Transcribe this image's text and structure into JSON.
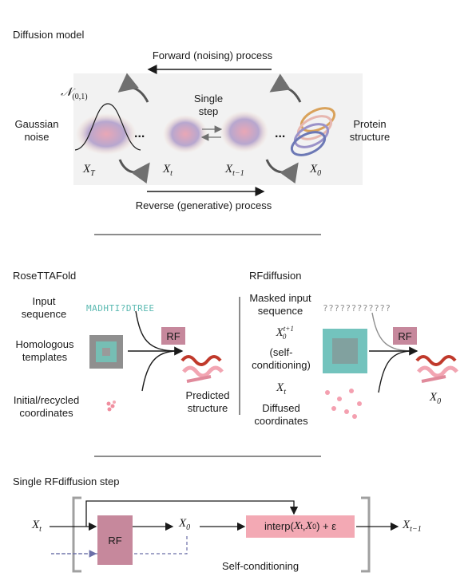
{
  "diffusion": {
    "section_title": "Diffusion model",
    "forward_label": "Forward (noising) process",
    "reverse_label": "Reverse (generative) process",
    "gaussian_label_1": "Gaussian",
    "gaussian_label_2": "noise",
    "normal_symbol": "𝒩",
    "normal_sub": "(0,1)",
    "single_step_1": "Single",
    "single_step_2": "step",
    "protein_label_1": "Protein",
    "protein_label_2": "structure",
    "ellipsis": "...",
    "x_T": "X",
    "x_T_sub": "T",
    "x_t": "X",
    "x_t_sub": "t",
    "x_tm1": "X",
    "x_tm1_sub": "t−1",
    "x_0": "X",
    "x_0_sub": "0"
  },
  "rosettafold": {
    "section_title": "RoseTTAFold",
    "input_seq_1": "Input",
    "input_seq_2": "sequence",
    "sequence": "MADHTI?DTREE",
    "homologous_1": "Homologous",
    "homologous_2": "templates",
    "initial_1": "Initial/recycled",
    "initial_2": "coordinates",
    "rf_label": "RF",
    "predicted_1": "Predicted",
    "predicted_2": "structure"
  },
  "rfdiffusion": {
    "section_title": "RFdiffusion",
    "masked_1": "Masked input",
    "masked_2": "sequence",
    "masked_sequence": "????????????",
    "x0_sup": "t+1",
    "x0_sub": "0",
    "self_cond_1": "(self-",
    "self_cond_2": "conditioning)",
    "xt_sub": "t",
    "diffused_1": "Diffused",
    "diffused_2": "coordinates",
    "rf_label": "RF",
    "out_sub": "0"
  },
  "step": {
    "section_title": "Single RFdiffusion step",
    "rf_label": "RF",
    "interp_prefix": "interp(",
    "interp_x": "X",
    "interp_xsub": "t",
    "interp_sep": ", ",
    "interp_hat": "X",
    "interp_hatsub": "0",
    "interp_suffix": ") + ε",
    "self_conditioning": "Self-conditioning",
    "xt_sub": "t",
    "x0_sub": "0",
    "xtm1_sub": "t−1"
  },
  "colors": {
    "rf_box": "#c6889c",
    "interp_box": "#f3a9b4",
    "teal": "#5ab9b1",
    "dash_blue": "#6b6fa8"
  }
}
